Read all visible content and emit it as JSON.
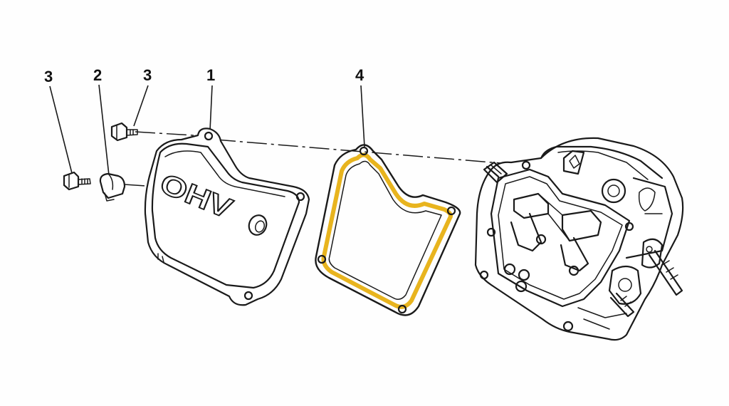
{
  "callouts": [
    {
      "id": "left-bolt",
      "label": "3"
    },
    {
      "id": "clip",
      "label": "2"
    },
    {
      "id": "top-bolt",
      "label": "3"
    },
    {
      "id": "valve-cover",
      "label": "1"
    },
    {
      "id": "gasket",
      "label": "4"
    }
  ],
  "cover_lettering": "OHV",
  "colors": {
    "gasket_highlight": "#e8b41e",
    "line_ink": "#1a1a1a",
    "background": "#fefefe"
  }
}
